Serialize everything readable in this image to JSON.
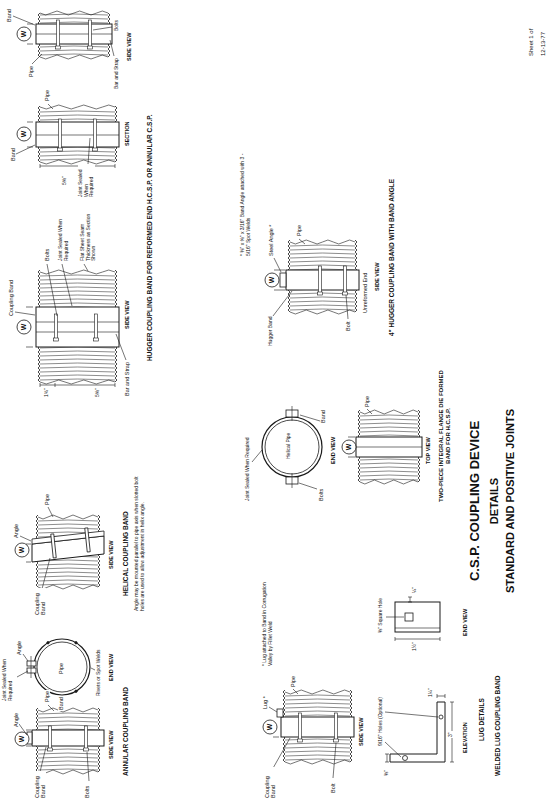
{
  "diagram": {
    "title": "C.S.P. COUPLING DEVICE",
    "labels": [
      "Coupling Band",
      "W",
      "Angle",
      "Pipe",
      "Bolts",
      "SIDE VIEW",
      "Joint Sealed When Required",
      "Angle",
      "Band",
      "Pipe",
      "Rivets or Spot Welds",
      "END VIEW",
      "ANNULAR COUPLING BAND",
      "Coupling Band",
      "W",
      "Angle",
      "Pipe",
      "SIDE VIEW",
      "HELICAL COUPLING BAND",
      "Angle may be mounted parallel to pipe axis when slotted bolt holes are used to allow adjustment in helix angle.",
      "Coupling Band",
      "W",
      "1¾\"",
      "5⅝\"",
      "Bolts",
      "Joint Sealed When Required",
      "Flat Sheet Seam Thickness as Section Shown",
      "Bar and Strap",
      "SIDE VIEW",
      "Band",
      "W",
      "Pipe",
      "5⅝\"",
      "Joint Sealed When Required",
      "SECTION",
      "Pipe",
      "W",
      "Band",
      "Bar and Strap",
      "Bolts",
      "SIDE VIEW",
      "HUGGER COUPLING BAND FOR REFORMED END H.C.S.P. OR ANNULAR C.S.P.",
      "Coupling Band",
      "Lug *",
      "W",
      "Bolt",
      "Pipe",
      "SIDE VIEW",
      "* Lug attached to Band in Corrugation Valley by Fillet Weld",
      "9/16\" Holes (Optional)",
      "⅜\"",
      "3\"",
      "1¼\"",
      "ELEVATION",
      "⅜\" Square Hole",
      "1½\"",
      "¼\"",
      "END VIEW",
      "LUG DETAILS",
      "WELDED LUG COUPLING BAND",
      "Joint Sealed When Required",
      "Helical Pipe",
      "Bolts",
      "Band",
      "END VIEW",
      "Pipe",
      "W",
      "TOP VIEW",
      "TWO-PIECE INTEGRAL FLANGE DIE FORMED BAND FOR H.C.S.P.",
      "* ⅜\" x ⅝\" x 3/16\" Band Angle attached with 3 - 5/16\" Spot Welds",
      "Steel Angle *",
      "Hugger Band",
      "W",
      "Bolt",
      "Pipe",
      "Unreformed End",
      "SIDE VIEW",
      "4\" HUGGER COUPLING BAND WITH BAND ANGLE",
      "DETAILS",
      "STANDARD AND POSITIVE JOINTS",
      "Sheet 1 of",
      "12-13-77"
    ]
  }
}
